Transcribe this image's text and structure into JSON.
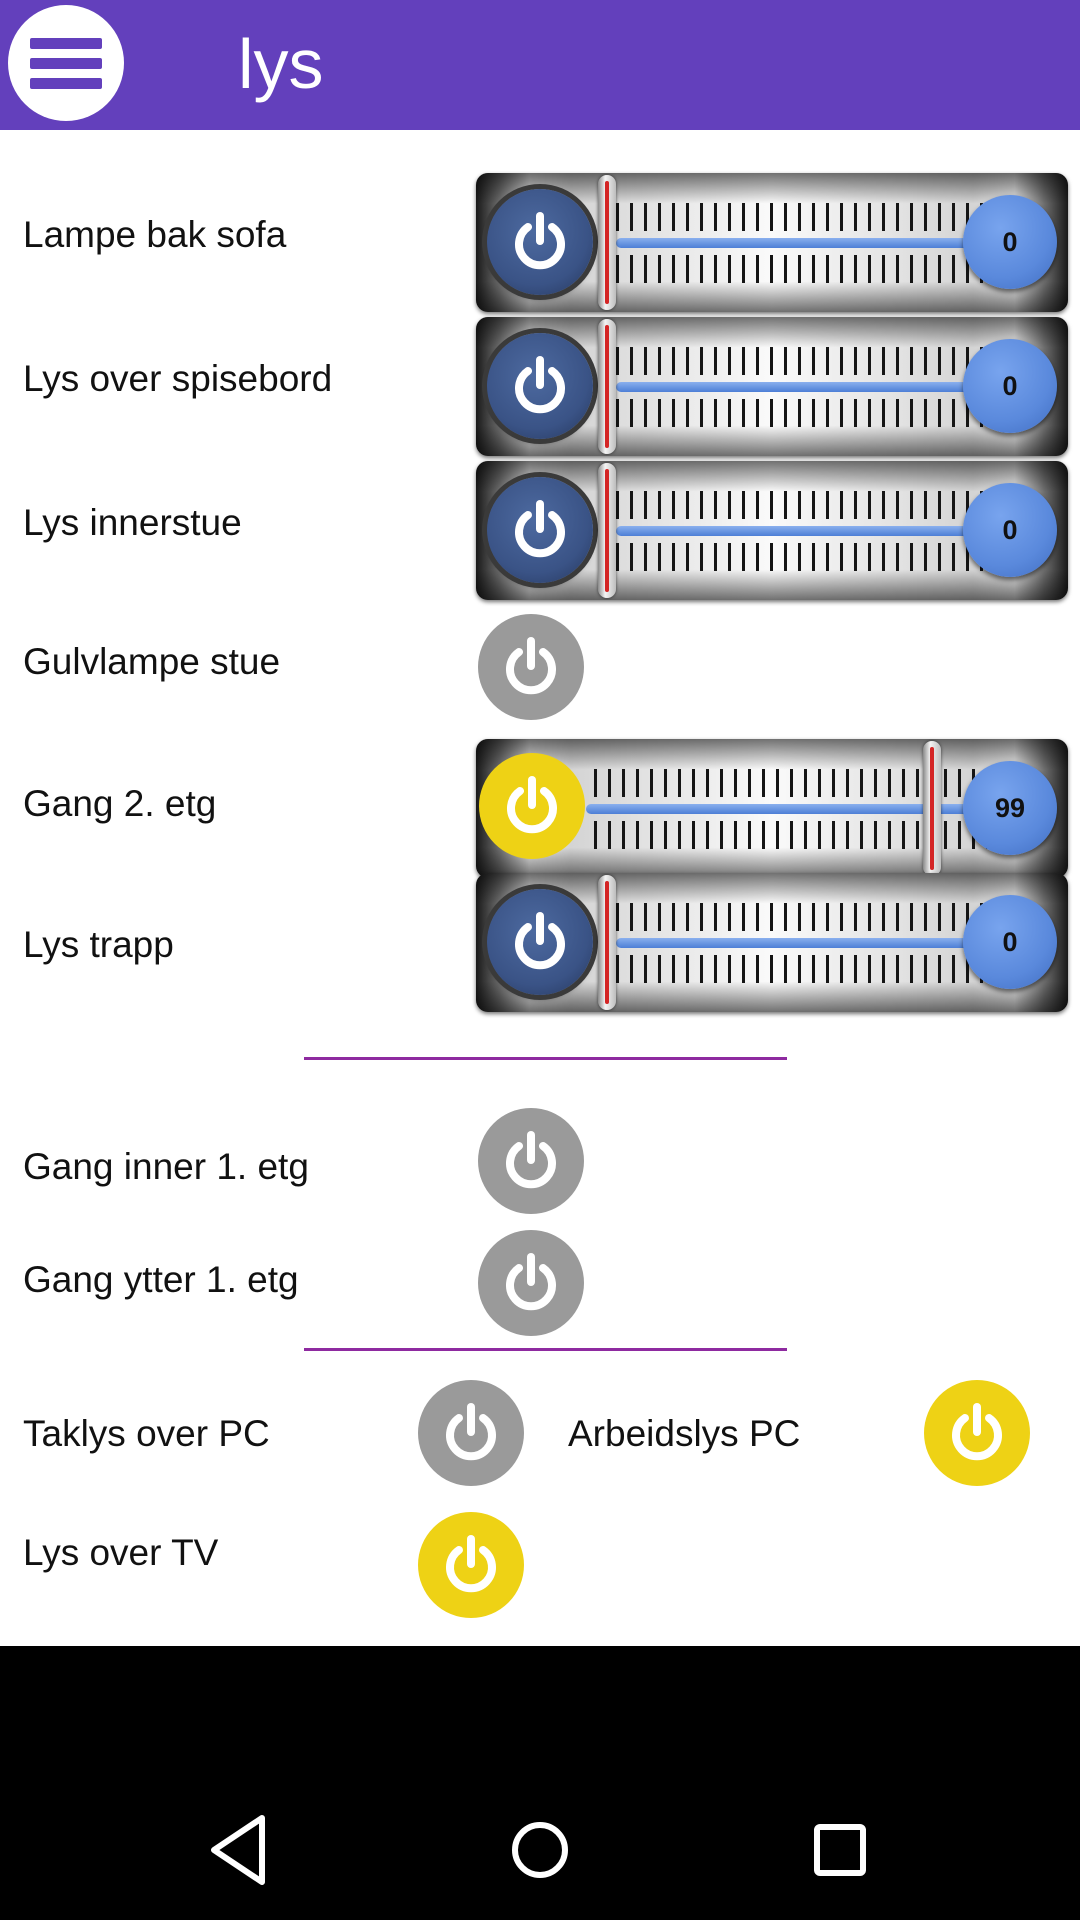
{
  "header": {
    "title": "lys"
  },
  "dimmer_rows": [
    {
      "label": "Lampe bak sofa",
      "state": "off",
      "level": "0"
    },
    {
      "label": "Lys over spisebord",
      "state": "off",
      "level": "0"
    },
    {
      "label": "Lys innerstue",
      "state": "off",
      "level": "0"
    }
  ],
  "row_gulvlampe": {
    "label": "Gulvlampe stue",
    "state": "off"
  },
  "row_gang2": {
    "label": "Gang 2. etg",
    "state": "on",
    "level": "99"
  },
  "row_lystrapp": {
    "label": "Lys trapp",
    "state": "off",
    "level": "0"
  },
  "switch_rows": [
    {
      "label": "Gang inner 1. etg",
      "state": "off"
    },
    {
      "label": "Gang ytter 1. etg",
      "state": "off"
    }
  ],
  "pair_rows": [
    {
      "label": "Taklys over PC",
      "state": "off"
    },
    {
      "label": "Arbeidslys PC",
      "state": "on"
    },
    {
      "label": "Lys over TV",
      "state": "on"
    }
  ],
  "colors": {
    "app_bar": "#6340bc",
    "on": "#eed215",
    "off": "#9a9a9a",
    "divider": "#8e2aa0",
    "slider_track": "#5a89dc"
  },
  "icons": {
    "menu": "hamburger-menu-icon",
    "power": "power-icon",
    "back": "back-triangle-icon",
    "home": "home-circle-icon",
    "recents": "recents-square-icon"
  }
}
